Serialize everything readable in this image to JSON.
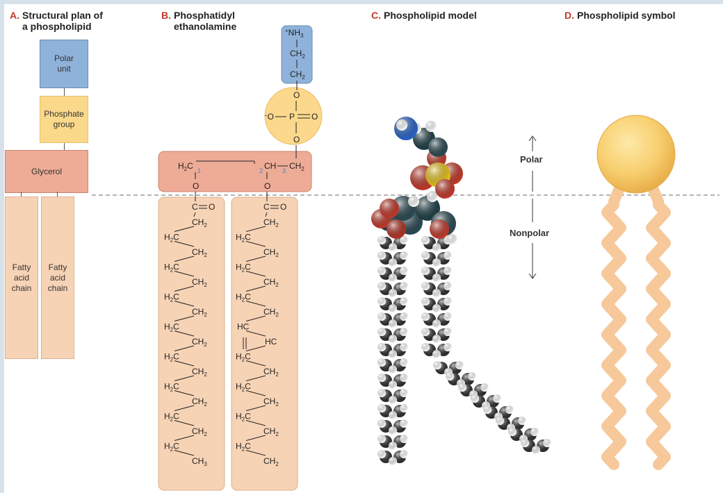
{
  "panels": {
    "a": {
      "letter": "A.",
      "title_line1": "Structural plan of",
      "title_line2": "a phospholipid"
    },
    "b": {
      "letter": "B.",
      "title_line1": "Phosphatidyl",
      "title_line2": "ethanolamine"
    },
    "c": {
      "letter": "C.",
      "title": "Phospholipid model"
    },
    "d": {
      "letter": "D.",
      "title": "Phospholipid symbol"
    }
  },
  "plan": {
    "polar_unit": [
      "Polar",
      "unit"
    ],
    "phosphate_group": [
      "Phosphate",
      "group"
    ],
    "glycerol": "Glycerol",
    "fatty_chain": [
      "Fatty",
      "acid",
      "chain"
    ]
  },
  "molecule": {
    "amine": "NH",
    "amine_sub": "3",
    "charge": "+",
    "ch2": "CH",
    "sub2": "2",
    "sub3": "3",
    "oxygen": "O",
    "phosphorus": "P",
    "ch": "CH",
    "carbonyl": "C",
    "h2c": "H",
    "c_atom": "C",
    "hc": "HC",
    "carbon_numbers": [
      "1",
      "2",
      "3"
    ]
  },
  "model_labels": {
    "polar": "Polar",
    "nonpolar": "Nonpolar"
  },
  "colors": {
    "polar_box": "#8fb2da",
    "phosphate": "#fbd98a",
    "glycerol": "#eeab96",
    "chain": "#f7d3b5",
    "header_letter": "#c0392b"
  }
}
